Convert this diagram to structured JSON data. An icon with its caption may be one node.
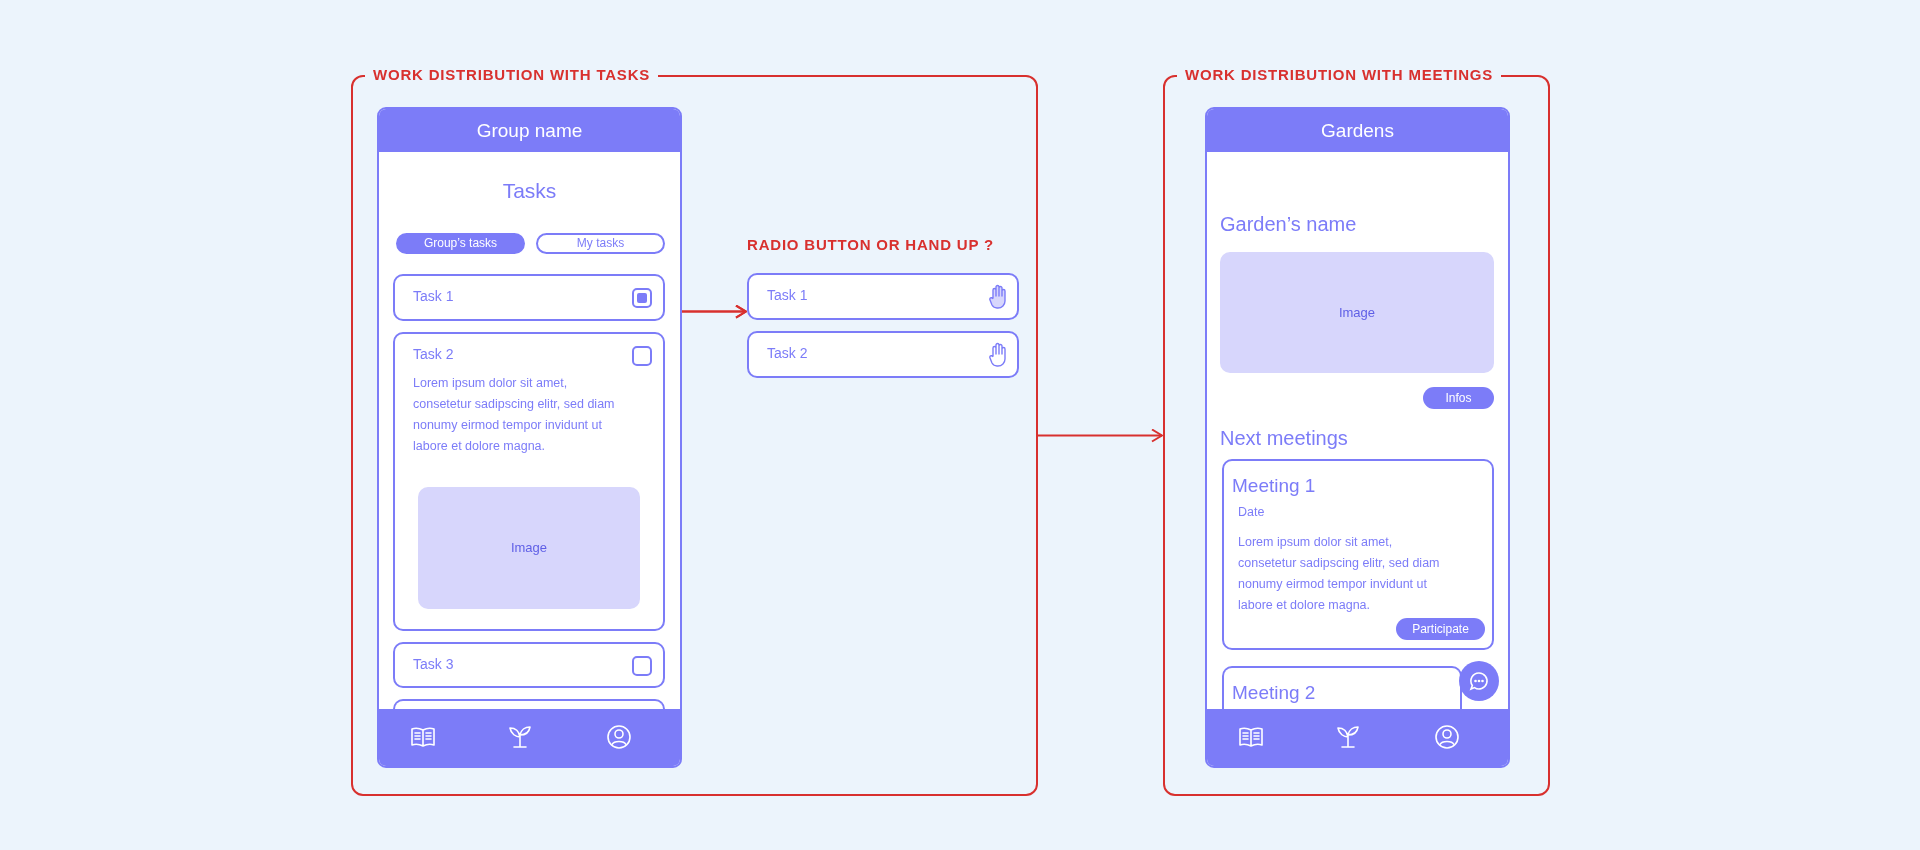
{
  "diagram": {
    "nodes": [
      {
        "text": [
          "WORK DISTRIBUTION WITH TASKS"
        ]
      },
      {
        "text": [
          "Group name",
          "Tasks"
        ],
        "in": 0
      },
      {
        "text": [
          "Group’s tasks"
        ],
        "in": 1
      },
      {
        "text": [
          "My tasks"
        ],
        "in": 1
      },
      {
        "text": [
          "Task 1"
        ],
        "in": 1
      },
      {
        "text": [
          "Task 2",
          "Lorem ipsum dolor sit amet, consetetur sadipscing elitr, sed diam nonumy eirmod tempor invidunt ut labore et dolore magna."
        ],
        "in": 1
      },
      {
        "text": [
          "Image"
        ],
        "in": 5
      },
      {
        "text": [
          "Task 3"
        ],
        "in": 1
      },
      {
        "text": [],
        "shape": "box",
        "in": 1
      },
      {
        "text": [
          "Task 1"
        ],
        "in": 0
      },
      {
        "text": [
          "Task 2"
        ],
        "in": 0
      },
      {
        "text": [
          "WORK DISTRIBUTION WITH MEETINGS"
        ]
      },
      {
        "text": [
          "Gardens",
          "Garden’s name",
          "Next meetings"
        ],
        "in": 11
      },
      {
        "text": [
          "Image"
        ],
        "in": 12
      },
      {
        "text": [
          "Infos"
        ],
        "in": 12
      },
      {
        "text": [
          "Meeting 1",
          "Date",
          "Lorem ipsum dolor sit amet, consetetur sadipscing elitr, sed diam nonumy eirmod tempor invidunt ut labore et dolore magna."
        ],
        "in": 12
      },
      {
        "text": [
          "Participate"
        ],
        "in": 15
      },
      {
        "text": [
          "Meeting 2"
        ],
        "in": 12
      },
      {
        "text": [],
        "shape": "circle",
        "in": 12
      }
    ],
    "edges": [
      {
        "from": 4,
        "to": 9,
        "arrow": "to"
      },
      {
        "from": 5,
        "to": 9,
        "arrow": "to"
      },
      {
        "from": 0,
        "to": 11,
        "arrow": "to"
      }
    ],
    "labels": [
      "RADIO BUTTON OR HAND UP ?"
    ]
  }
}
